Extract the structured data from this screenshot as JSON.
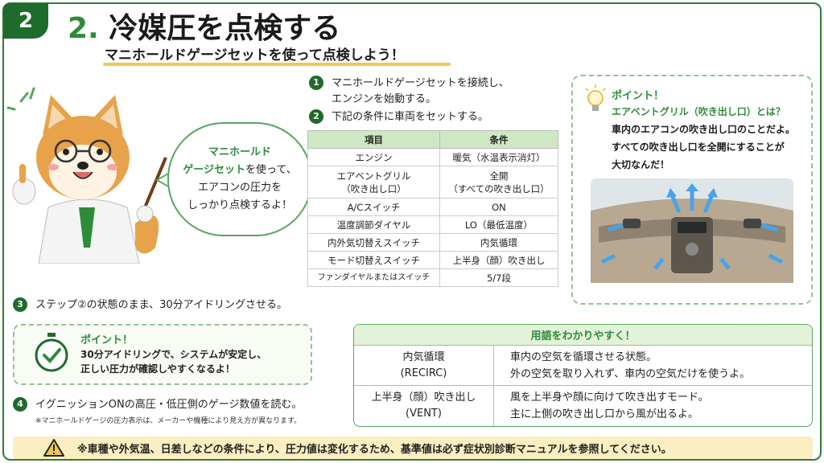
{
  "step_number": "2",
  "title": {
    "num": "2.",
    "text": "冷媒圧を点検する"
  },
  "subtitle": "マニホールドゲージセットを使って点検しよう！",
  "bubble": {
    "line1": "マニホールド",
    "line2a": "ゲージセット",
    "line2b": "を使って、",
    "line3": "エアコンの圧力を",
    "line4": "しっかり点検するよ！"
  },
  "steps": {
    "s1": {
      "num": "1",
      "line1": "マニホールドゲージセットを接続し、",
      "line2": "エンジンを始動する。"
    },
    "s2": {
      "num": "2",
      "text": "下記の条件に車両をセットする。"
    },
    "s3": {
      "num": "3",
      "text": "ステップ②の状態のまま、30分アイドリングさせる。"
    },
    "s4": {
      "num": "4",
      "text": "イグニッションONの高圧・低圧側のゲージ数値を読む。",
      "note": "※マニホールドゲージの圧力表示は、メーカーや機種により見え方が異なります。"
    }
  },
  "conditions": {
    "headers": [
      "項目",
      "条件"
    ],
    "rows": [
      {
        "item": "エンジン",
        "cond": "暖気（水温表示消灯）"
      },
      {
        "item1": "エアベントグリル",
        "item2": "（吹き出し口）",
        "cond1": "全開",
        "cond2": "（すべての吹き出し口）"
      },
      {
        "item": "A/Cスイッチ",
        "cond": "ON"
      },
      {
        "item": "温度調節ダイヤル",
        "cond": "LO（最低温度）"
      },
      {
        "item": "内外気切替えスイッチ",
        "cond": "内気循環"
      },
      {
        "item": "モード切替えスイッチ",
        "cond": "上半身（顔）吹き出し"
      },
      {
        "item": "ファンダイヤルまたはスイッチ",
        "cond": "5/7段"
      }
    ]
  },
  "point_right": {
    "title": "ポイント！",
    "question": "エアベントグリル（吹き出し口）とは？",
    "line1": "車内のエアコンの吹き出し口のことだよ。",
    "line2": "すべての吹き出し口を全開にすることが",
    "line3": "大切なんだ！"
  },
  "point_idle": {
    "title": "ポイント！",
    "line1": "30分アイドリングで、システムが安定し、",
    "line2": "正しい圧力が確認しやすくなるよ！"
  },
  "terms": {
    "header": "用語をわかりやすく！",
    "rows": [
      {
        "name": "内気循環",
        "en": "(RECIRC)",
        "desc1": "車内の空気を循環させる状態。",
        "desc2": "外の空気を取り入れず、車内の空気だけを使うよ。"
      },
      {
        "name": "上半身（顔）吹き出し",
        "en": "(VENT)",
        "desc1": "風を上半身や顔に向けて吹き出すモード。",
        "desc2": "主に上側の吹き出し口から風が出るよ。"
      }
    ]
  },
  "warning": "※車種や外気温、日差しなどの条件により、圧力値は変化するため、基準値は必ず症状別診断マニュアルを参照してください。",
  "colors": {
    "accent": "#2e8b3a",
    "dark_green": "#1f6b2c",
    "table_header": "#cfe8c4",
    "warning_bg": "#fbeec0",
    "underline": "#f2c94c"
  }
}
